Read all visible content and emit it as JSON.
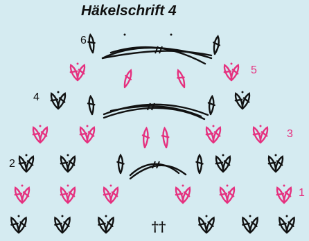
{
  "title": "Häkelschrift 4",
  "colors": {
    "background": "#d5ebf1",
    "dark": "#111111",
    "pink": "#e5317f"
  },
  "rows": [
    {
      "number": "1",
      "color": "pink",
      "side": "right"
    },
    {
      "number": "2",
      "color": "dark",
      "side": "left"
    },
    {
      "number": "3",
      "color": "pink",
      "side": "right"
    },
    {
      "number": "4",
      "color": "dark",
      "side": "left"
    },
    {
      "number": "5",
      "color": "pink",
      "side": "right"
    },
    {
      "number": "6",
      "color": "dark",
      "side": "left"
    }
  ],
  "foundation": {
    "center_symbol": "††"
  },
  "icons": [
    "dc-v-stitch-icon",
    "chain-dot-icon",
    "chain-arc-icon"
  ]
}
